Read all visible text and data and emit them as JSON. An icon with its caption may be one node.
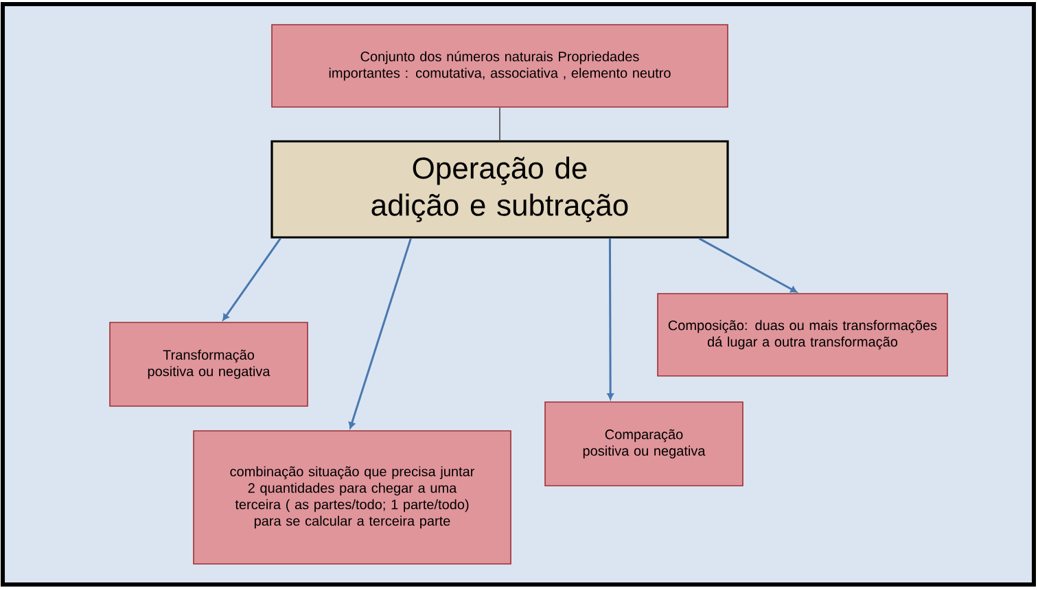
{
  "diagram": {
    "nodes": [
      {
        "text": [
          "Conjunto dos números naturais Propriedades importantes : comutativa, associativa , elemento neutro"
        ]
      },
      {
        "text": [
          "Operação de adição e subtração"
        ]
      },
      {
        "text": [
          "Transformação positiva ou negativa"
        ]
      },
      {
        "text": [
          "combinação situação que precisa juntar 2 quantidades para chegar a uma terceira ( as partes/todo; 1 parte/todo) para se calcular a terceira parte"
        ]
      },
      {
        "text": [
          "Comparação positiva ou negativa"
        ]
      },
      {
        "text": [
          "Composição: duas ou mais transformações dá lugar a outra transformação"
        ]
      }
    ],
    "edges": [
      {
        "from": 0,
        "to": 1,
        "arrow": "none"
      },
      {
        "from": 1,
        "to": 2,
        "arrow": "to"
      },
      {
        "from": 1,
        "to": 3,
        "arrow": "to"
      },
      {
        "from": 1,
        "to": 4,
        "arrow": "to"
      },
      {
        "from": 1,
        "to": 5,
        "arrow": "to"
      }
    ]
  }
}
